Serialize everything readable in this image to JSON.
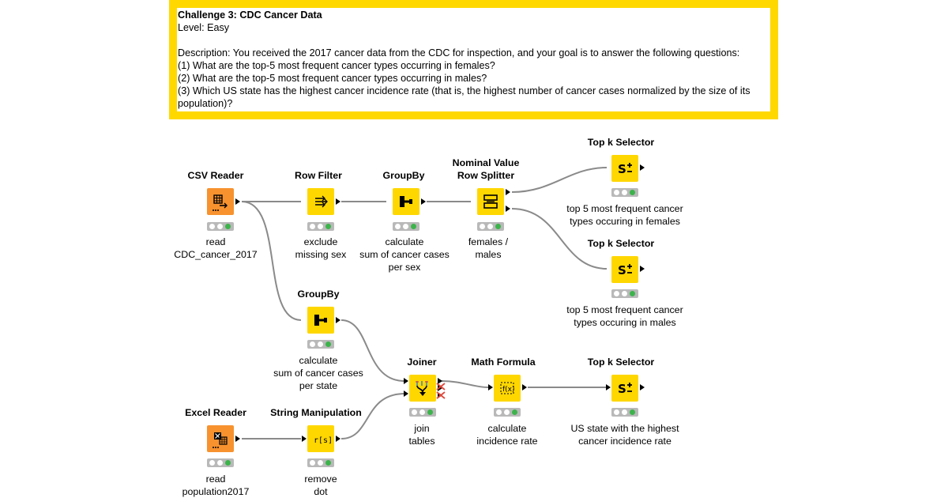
{
  "challenge": {
    "title": "Challenge 3: CDC Cancer Data",
    "level": "Level: Easy",
    "description": "Description: You received the 2017 cancer data from the CDC for inspection, and your goal is to answer the following questions:",
    "q1": "(1) What are the top-5 most frequent cancer types occurring in females?",
    "q2": "(2) What are the top-5 most frequent cancer types occurring in males?",
    "q3": "(3) Which US state has the highest cancer incidence rate (that is, the highest number of cancer cases normalized by the size of its population)?"
  },
  "colors": {
    "node_yellow": "#ffd700",
    "node_orange": "#f7922f",
    "frame_yellow": "#ffd800",
    "status_green": "#3cb44b"
  },
  "nodes": {
    "csv_reader": {
      "title": "CSV Reader",
      "label1": "read",
      "label2": "CDC_cancer_2017",
      "icon": "table-arrow-icon"
    },
    "row_filter": {
      "title": "Row Filter",
      "label1": "exclude",
      "label2": "missing sex",
      "icon": "filter-arrows-icon"
    },
    "groupby1": {
      "title": "GroupBy",
      "label1": "calculate",
      "label2": "sum of cancer cases",
      "label3": "per sex",
      "icon": "group-icon"
    },
    "splitter": {
      "title1": "Nominal Value",
      "title2": "Row Splitter",
      "label1": "females /",
      "label2": "males",
      "icon": "split-icon"
    },
    "topk_f": {
      "title": "Top k Selector",
      "label1": "top 5 most frequent cancer",
      "label2": "types occuring in females",
      "icon": "sort-icon"
    },
    "topk_m": {
      "title": "Top k Selector",
      "label1": "top 5 most frequent cancer",
      "label2": "types occuring in males",
      "icon": "sort-icon"
    },
    "groupby2": {
      "title": "GroupBy",
      "label1": "calculate",
      "label2": "sum of cancer cases",
      "label3": "per state",
      "icon": "group-icon"
    },
    "joiner": {
      "title": "Joiner",
      "label1": "join",
      "label2": "tables",
      "icon": "join-icon"
    },
    "math": {
      "title": "Math Formula",
      "label1": "calculate",
      "label2": "incidence rate",
      "icon": "fx-icon"
    },
    "topk_s": {
      "title": "Top k Selector",
      "label1": "US state with the highest",
      "label2": "cancer incidence rate",
      "icon": "sort-icon"
    },
    "excel_reader": {
      "title": "Excel Reader",
      "label1": "read",
      "label2": "population2017",
      "icon": "excel-icon"
    },
    "string_manip": {
      "title": "String Manipulation",
      "label1": "remove",
      "label2": "dot",
      "icon": "string-icon"
    }
  }
}
